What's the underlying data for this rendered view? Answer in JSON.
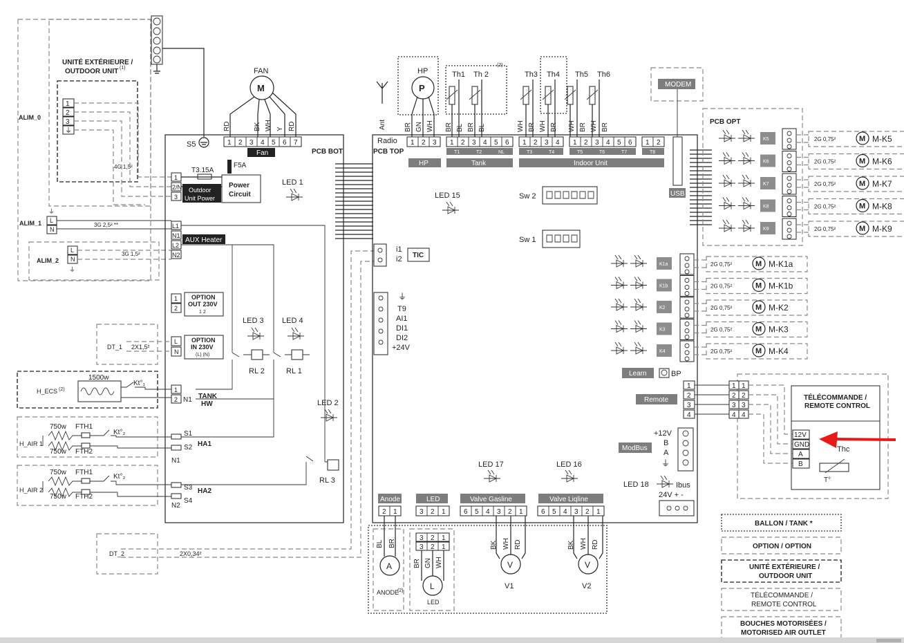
{
  "outdoor_unit": {
    "title_fr": "UNITÉ EXTÉRIEURE /",
    "title_en": "OUTDOOR UNIT",
    "note": "(1)",
    "terminals": [
      "1",
      "2",
      "3"
    ],
    "cable": "4G 1,5²"
  },
  "alim": {
    "alim0": "ALIM_0",
    "alim1": "ALIM_1",
    "alim2": "ALIM_2",
    "alim1_cable": "3G 2,5² **",
    "alim2_cable": "3G 1,5²",
    "L": "L",
    "N": "N"
  },
  "s5": "S5",
  "fan": {
    "title": "FAN",
    "motor": "M",
    "wires": [
      "RD",
      "BK",
      "WH",
      "Y",
      "RD"
    ],
    "terminals": [
      "1",
      "2",
      "3",
      "4",
      "5",
      "6",
      "7"
    ],
    "label": "Fan",
    "fuse": "F5A",
    "fuse2": "T3.15A"
  },
  "pcb_bot": {
    "title": "PCB BOT",
    "pins_power": [
      "1",
      "2/N",
      "3"
    ],
    "outdoor_power": "Outdoor\nUnit Power",
    "outdoor_l1": "Outdoor",
    "outdoor_l2": "Unit Power",
    "power_circuit_l1": "Power",
    "power_circuit_l2": "Circuit",
    "aux_pins": [
      "L1",
      "N1",
      "L2",
      "N2"
    ],
    "aux_heater": "AUX Heater",
    "opt_out_pins": [
      "1",
      "2"
    ],
    "opt_out_l1": "OPTION",
    "opt_out_l2": "OUT 230V",
    "opt_out_l3": "1  2",
    "opt_in_pins": [
      "L",
      "N"
    ],
    "opt_in_l1": "OPTION",
    "opt_in_l2": "IN 230V",
    "opt_in_l3": "(L) (N)",
    "tank_pins": [
      "1",
      "2"
    ],
    "tank_n1": "N1",
    "tank_l1": "TANK",
    "tank_l2": "HW",
    "ha1_pins": [
      "S1",
      "S2",
      "N1"
    ],
    "ha1": "HA1",
    "ha2_pins": [
      "S3",
      "S4",
      "N2"
    ],
    "ha2": "HA2",
    "leds": {
      "led1": "LED 1",
      "led2": "LED 2",
      "led3": "LED 3",
      "led4": "LED 4"
    },
    "relays": {
      "rl1": "RL 1",
      "rl2": "RL 2",
      "rl3": "RL 3"
    }
  },
  "dt1": {
    "label": "DT_1",
    "cable": "2X1,5²"
  },
  "dt2": {
    "label": "DT_2",
    "cable": "2X0,34²"
  },
  "h_ecs": {
    "label": "H_ECS",
    "note": "(2)",
    "power": "1500w",
    "kt": "Kt°₁"
  },
  "h_air1": {
    "label": "H_AIR 1",
    "p1": "750w",
    "p2": "750w",
    "f1": "FTH1",
    "f2": "FTH2",
    "kt": "Kt°₂"
  },
  "h_air2": {
    "label": "H_AIR 2",
    "p1": "750w",
    "p2": "750w",
    "f1": "FTH1",
    "f2": "FTH2",
    "kt": "Kt°₂"
  },
  "pcb_top": {
    "title": "PCB TOP",
    "radio": "Radio",
    "ant": "Ant",
    "hp_pump": "HP",
    "hp_motor": "P",
    "hp_wires": [
      "BR",
      "GN",
      "WH"
    ],
    "hp_pins": [
      "1",
      "2",
      "3"
    ],
    "hp_label": "HP",
    "th": [
      "Th1",
      "Th 2",
      "Th3",
      "Th4",
      "Th5",
      "Th6"
    ],
    "th_note": "(2)",
    "tank_wires": [
      "BR",
      "BL",
      "BR",
      "BL"
    ],
    "tank_pins": [
      "1",
      "2",
      "3",
      "4",
      "5",
      "6"
    ],
    "tank_sub": [
      "T1",
      "T2",
      "NL"
    ],
    "tank_label": "Tank",
    "indoor_wires": [
      "WH",
      "BR",
      "WH",
      "BR",
      "WH",
      "BR",
      "WH",
      "BR"
    ],
    "indoor_pins": [
      "1",
      "2",
      "3",
      "4",
      "1",
      "2",
      "3",
      "4",
      "5",
      "6",
      "1",
      "2"
    ],
    "indoor_sub": [
      "T3",
      "T4",
      "T5",
      "T6",
      "T7",
      "T8"
    ],
    "indoor_label": "Indoor Unit",
    "modem": "MODEM",
    "usb": "USB",
    "sw2": "Sw 2",
    "sw1": "Sw 1",
    "led15": "LED 15",
    "led16": "LED 16",
    "led17": "LED 17",
    "led18": "LED 18",
    "tic_pins": [
      "i1",
      "i2"
    ],
    "tic": "TIC",
    "sig_pins": [
      "T9",
      "AI1",
      "DI1",
      "DI2",
      "+24V"
    ],
    "learn": "Learn",
    "bp": "BP",
    "remote": "Remote",
    "remote_pins": [
      "1",
      "2",
      "3",
      "4"
    ],
    "modbus": "ModBus",
    "modbus_pins": [
      "+12V",
      "B",
      "A"
    ],
    "ibus": "Ibus",
    "v24": "24V +  -",
    "anode_label": "Anode",
    "anode_pins": [
      "2",
      "1"
    ],
    "led_label": "LED",
    "led_pins": [
      "3",
      "2",
      "1"
    ],
    "gas_label": "Valve Gasline",
    "liq_label": "Valve Liqline",
    "valve_pins": [
      "6",
      "5",
      "4",
      "3",
      "2",
      "1"
    ]
  },
  "pcb_opt": {
    "title": "PCB OPT",
    "relays": [
      "K5",
      "K6",
      "K7",
      "K8",
      "K9"
    ],
    "cable": "2G 0,75²",
    "motors": [
      "M-K5",
      "M-K6",
      "M-K7",
      "M-K8",
      "M-K9"
    ]
  },
  "zone_relays": {
    "relays": [
      "K1a",
      "K1b",
      "K2",
      "K3",
      "K4"
    ],
    "cable": "2G 0,75²",
    "motors": [
      "M-K1a",
      "M-K1b",
      "M-K2",
      "M-K3",
      "M-K4"
    ]
  },
  "remote_control": {
    "title_fr": "TÉLÉCOMMANDE /",
    "title_en": "REMOTE CONTROL",
    "pins": [
      "12V",
      "GND",
      "A",
      "B"
    ],
    "thc": "Thc",
    "t": "T°"
  },
  "bottom": {
    "anode": "A",
    "anode_wires": [
      "BL",
      "BR"
    ],
    "anode_note": "ANODE",
    "anode_sup": "(2)",
    "led": "L",
    "led_wires": [
      "BR",
      "GN",
      "WH"
    ],
    "led_caption": "LED",
    "led_pins": [
      "3",
      "2",
      "1"
    ],
    "v1": "V1",
    "v2": "V2",
    "v_motor": "V",
    "v_wires": [
      "BK",
      "WH",
      "RD"
    ]
  },
  "legend": [
    "BALLON / TANK *",
    "OPTION / OPTION",
    "UNITÉ EXTÉRIEURE /",
    "OUTDOOR UNIT",
    "TÉLÉCOMMANDE /",
    "REMOTE CONTROL",
    "BOUCHES MOTORISÉES /",
    "MOTORISED AIR OUTLET"
  ],
  "colors": {
    "pointer_arrow": "#e8191a",
    "label_dark": "#1e1e1e",
    "label_gray": "#7d7d7d"
  }
}
